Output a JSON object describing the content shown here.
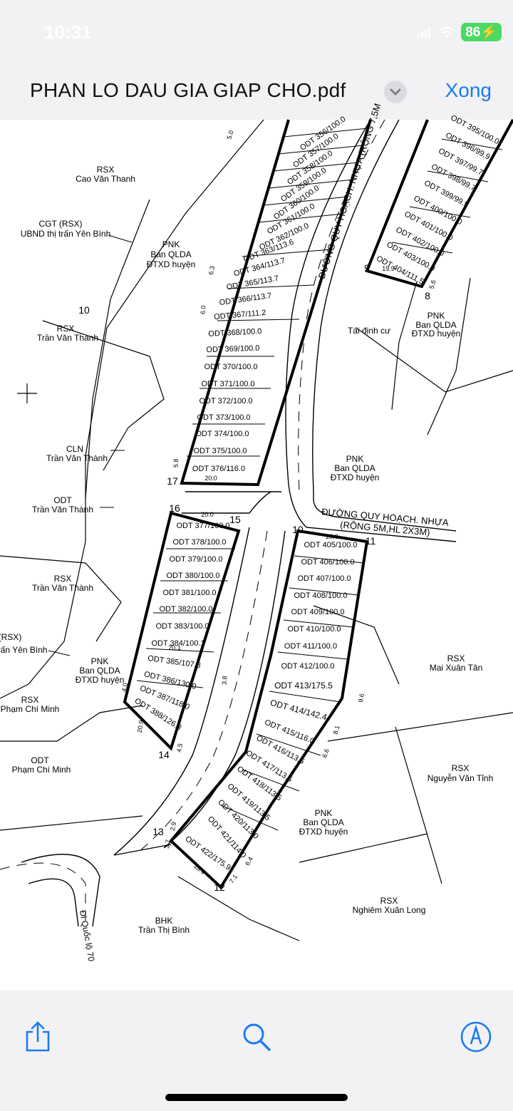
{
  "status": {
    "time": "10:31",
    "battery": "86"
  },
  "nav": {
    "title": "PHAN LO DAU GIA GIAP CHO.pdf",
    "done": "Xong"
  },
  "map": {
    "labels": {
      "rsx_cao": "RSX",
      "rsx_cao_name": "Cao Văn Thanh",
      "cgt": "CGT (RSX)",
      "cgt_name": "UBND thị trấn Yên Bình",
      "pnk": "PNK",
      "pnk_l2": "Ban QLDA",
      "pnk_l3": "ĐTXD huyện",
      "rsx": "RSX",
      "ttv": "Trần Văn Thành",
      "cln": "CLN",
      "odt": "ODT",
      "rsx_partial": "(RSX)",
      "yb_partial": "trấn Yên Bình",
      "pcm": "Phạm Chí Minh",
      "tai_dinh_cu": "Tái định cư",
      "mxt": "Mai Xuân Tân",
      "nvt": "Nguyễn Văn Tỉnh",
      "nxl": "Nghiêm Xuân Long",
      "bhk": "BHK",
      "ttb": "Trần Thị Bình",
      "road1": "ĐƯỜNG QUY HOẠCH. NHỰA (RỘNG 7,5M",
      "road2a": "ĐƯỜNG QUY HOẠCH. NHỰA",
      "road2b": "(RỘNG 5M,HL 2X3M)",
      "national": "Đi Quốc lộ 70"
    },
    "points": [
      "8",
      "9",
      "10",
      "10",
      "11",
      "12",
      "13",
      "14",
      "15",
      "16",
      "17"
    ],
    "lots_a": [
      "ODT 356/100.0",
      "ODT 357/100.0",
      "ODT 358/100.0",
      "ODT 359/100.0",
      "ODT 360/100.0",
      "ODT 361/100.0",
      "ODT 362/100.0",
      "ODT 363/113.6",
      "ODT 364/113.7",
      "ODT 365/113.7",
      "ODT 366/113.7",
      "ODT 367/111.2",
      "ODT 368/100.0",
      "ODT 369/100.0",
      "ODT 370/100.0",
      "ODT 371/100.0",
      "ODT 372/100.0",
      "ODT 373/100.0",
      "ODT 374/100.0",
      "ODT 375/100.0",
      "ODT 376/116.0"
    ],
    "lots_b": [
      "ODT 395/100.0",
      "ODT 396/99.9",
      "ODT 397/99.7",
      "ODT 398/99.7",
      "ODT 399/99.9",
      "ODT 400/100.0",
      "ODT 401/100.0",
      "ODT 402/100.0",
      "ODT 403/100.0",
      "ODT 404/111.5"
    ],
    "lots_c": [
      "ODT 377/100.0",
      "ODT 378/100.0",
      "ODT 379/100.0",
      "ODT 380/100.0",
      "ODT 381/100.0",
      "ODT 382/100.0",
      "ODT 383/100.0",
      "ODT 384/100.1",
      "ODT 385/107.8",
      "ODT 386/130.0",
      "ODT 387/118.0",
      "ODT 388/126.8"
    ],
    "lots_d": [
      "ODT 405/100.0",
      "ODT 406/100.0",
      "ODT 407/100.0",
      "ODT 408/100.0",
      "ODT 409/100.0",
      "ODT 410/100.0",
      "ODT 411/100.0",
      "ODT 412/100.0",
      "ODT 413/175.5",
      "ODT 414/142.4",
      "ODT 415/116.0",
      "ODT 416/113.5",
      "ODT 417/113.5",
      "ODT 418/113.5",
      "ODT 419/113.5",
      "ODT 420/113.0",
      "ODT 421/114.0",
      "ODT 422/175.9"
    ],
    "dims": [
      "20.0",
      "19.9",
      "5.0",
      "6.3",
      "6.0",
      "5.8",
      "5.6",
      "20.1",
      "9.6",
      "8.1",
      "6.6",
      "6.4",
      "7.1",
      "18.4",
      "4.5",
      "3.8",
      "4.0",
      "2.9",
      "3.7",
      "20.9"
    ]
  },
  "toolbar": {
    "share": "share-icon",
    "search": "search-icon",
    "markup": "markup-icon"
  }
}
